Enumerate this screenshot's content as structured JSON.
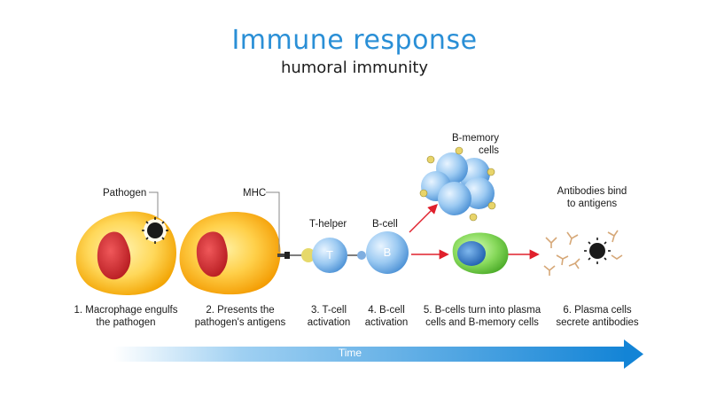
{
  "title": "Immune response",
  "subtitle": "humoral immunity",
  "labels": {
    "pathogen": "Pathogen",
    "mhc": "MHC",
    "t_helper": "T-helper",
    "b_cell": "B-cell",
    "b_memory": "B-memory\ncells",
    "antibodies": "Antibodies bind\nto antigens",
    "t_letter": "T",
    "b_letter": "B"
  },
  "steps": [
    "1. Macrophage engulfs\nthe pathogen",
    "2. Presents the\npathogen's antigens",
    "3. T-cell\nactivation",
    "4. B-cell\nactivation",
    "5. B-cells turn into plasma\ncells and B-memory cells",
    "6. Plasma cells\nsecrete antibodies"
  ],
  "timeline": {
    "label": "Time"
  },
  "colors": {
    "title": "#2a8fd6",
    "macrophage_outer": "#f7b300",
    "macrophage_inner": "#ffe27a",
    "nucleus": "#d42a2a",
    "cell_blue": "#8fc4f0",
    "plasma_green": "#7fd65a",
    "arrow_red": "#e0202c",
    "time_arrow": "#1f8fd8"
  }
}
